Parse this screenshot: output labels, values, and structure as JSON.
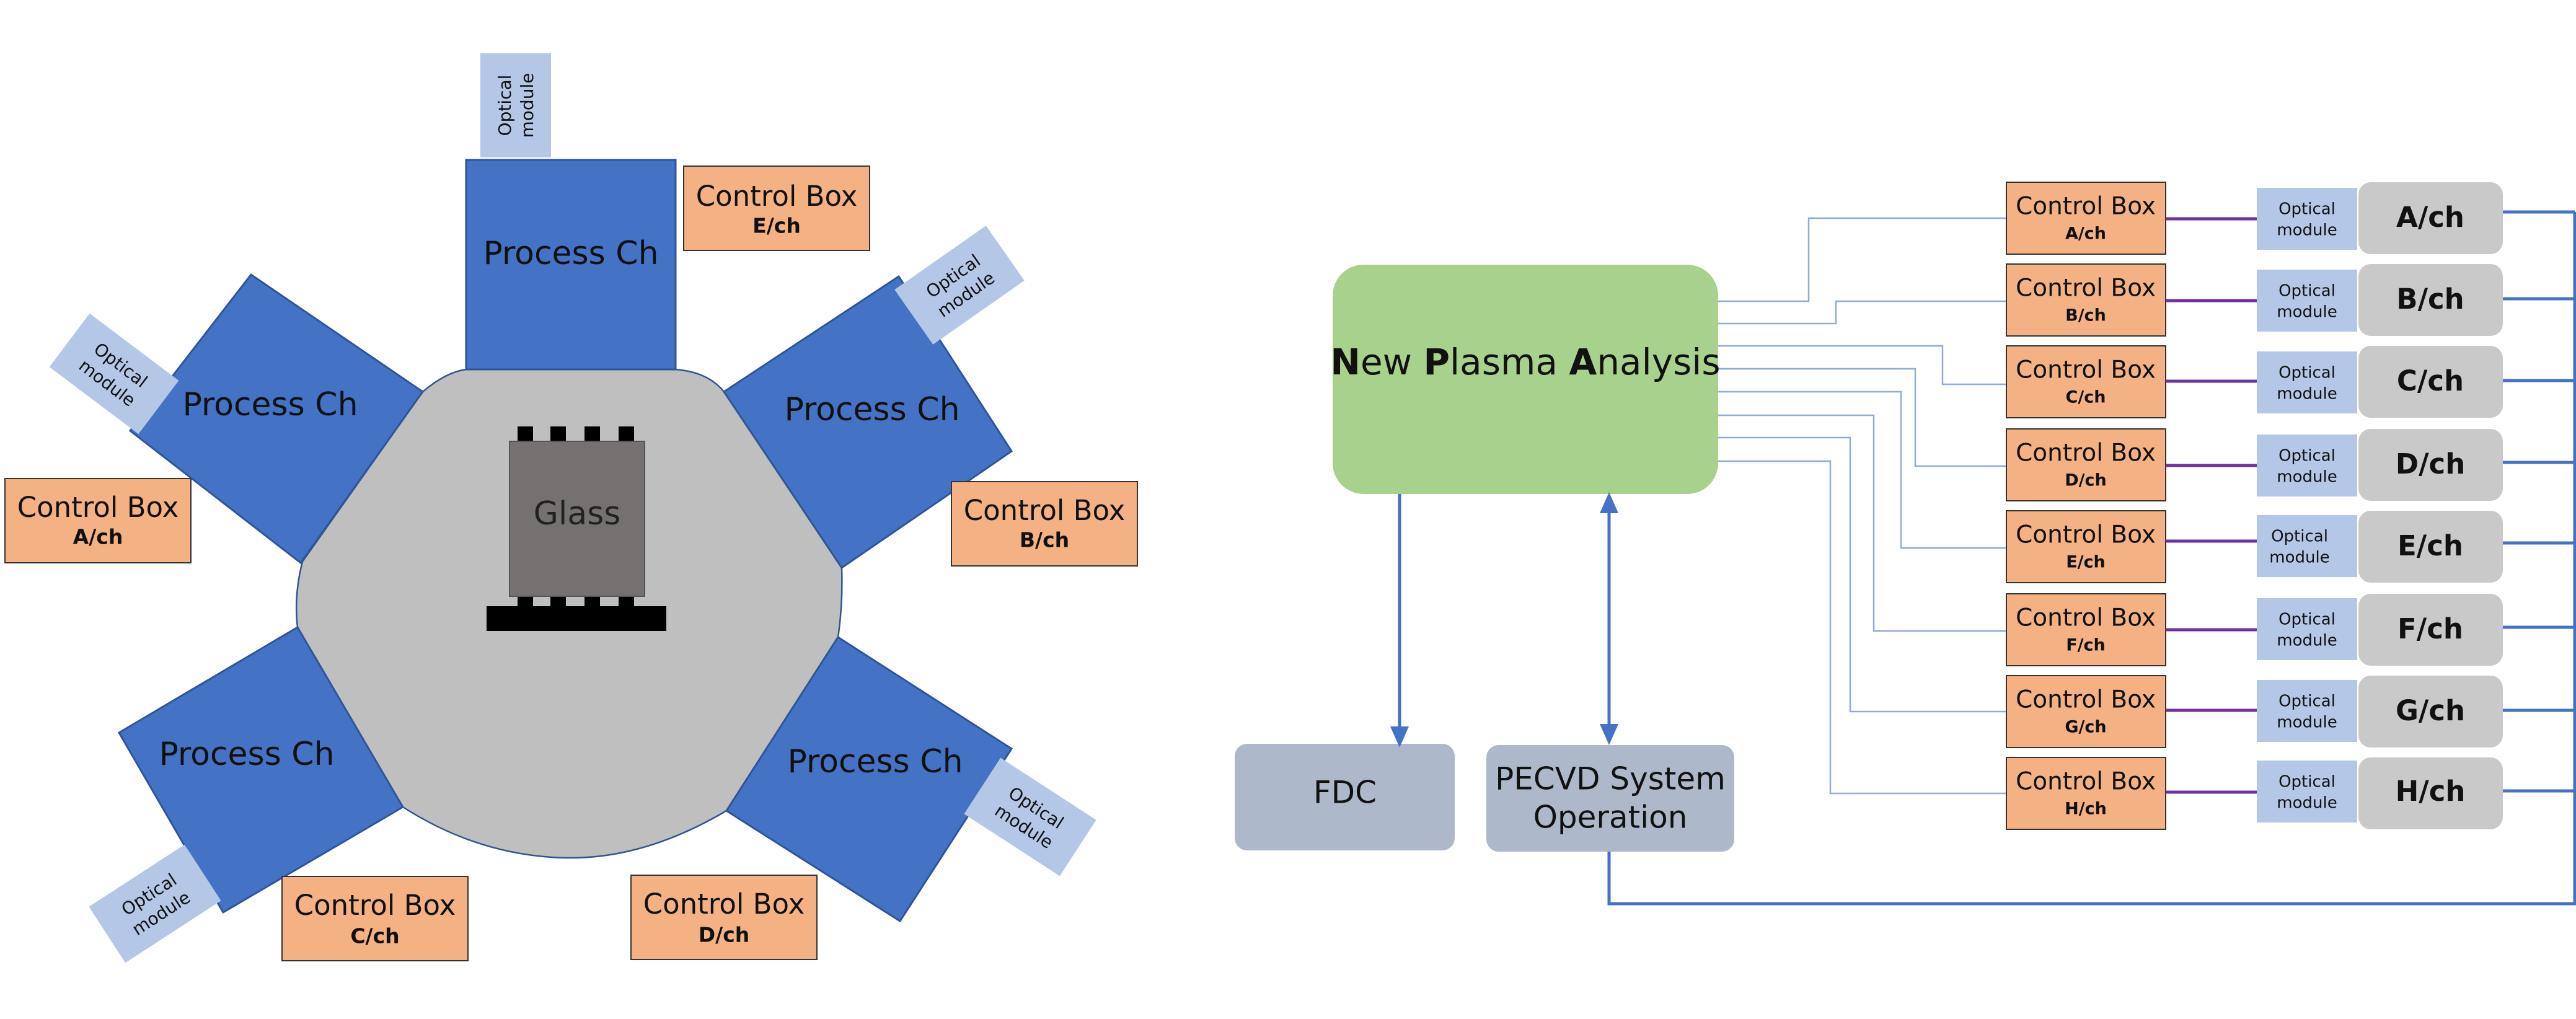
{
  "colors": {
    "chamber_blue": "#4472c4",
    "control_box_orange": "#f4b183",
    "optical_module_lightblue": "#b4c7e7",
    "transfer_gray": "#bfbfbf",
    "glass_gray": "#767171",
    "npa_green": "#a9d18e",
    "system_gray": "#adb9ca",
    "channel_gray": "#c9c9c9",
    "purple_link": "#7030a0",
    "arrow_blue": "#4472c4"
  },
  "left_cluster": {
    "glass_label": "Glass",
    "chambers": [
      {
        "id": "top",
        "label": "Process Ch"
      },
      {
        "id": "upper-left",
        "label": "Process Ch"
      },
      {
        "id": "upper-right",
        "label": "Process Ch"
      },
      {
        "id": "lower-left",
        "label": "Process Ch"
      },
      {
        "id": "lower-right",
        "label": "Process Ch"
      }
    ],
    "optical_modules": [
      {
        "id": "top",
        "line1": "Optical",
        "line2": "module"
      },
      {
        "id": "upper-left",
        "line1": "Optical",
        "line2": "module"
      },
      {
        "id": "upper-right",
        "line1": "Optical",
        "line2": "module"
      },
      {
        "id": "lower-left",
        "line1": "Optical",
        "line2": "module"
      },
      {
        "id": "lower-right",
        "line1": "Optical",
        "line2": "module"
      }
    ],
    "control_boxes": [
      {
        "id": "e",
        "title": "Control Box",
        "sub": "E/ch"
      },
      {
        "id": "a",
        "title": "Control Box",
        "sub": "A/ch"
      },
      {
        "id": "b",
        "title": "Control Box",
        "sub": "B/ch"
      },
      {
        "id": "c",
        "title": "Control Box",
        "sub": "C/ch"
      },
      {
        "id": "d",
        "title": "Control Box",
        "sub": "D/ch"
      }
    ]
  },
  "right_system": {
    "npa": {
      "n": "N",
      "ew": "ew ",
      "p": "P",
      "lasma": "lasma ",
      "a": "A",
      "nalysis": "nalysis"
    },
    "fdc": "FDC",
    "pecvd_line1": "PECVD System",
    "pecvd_line2": "Operation",
    "rows": [
      {
        "cb_title": "Control Box",
        "cb_sub": "A/ch",
        "opt1": "Optical",
        "opt2": "module",
        "ch": "A/ch"
      },
      {
        "cb_title": "Control Box",
        "cb_sub": "B/ch",
        "opt1": "Optical",
        "opt2": "module",
        "ch": "B/ch"
      },
      {
        "cb_title": "Control Box",
        "cb_sub": "C/ch",
        "opt1": "Optical",
        "opt2": "module",
        "ch": "C/ch"
      },
      {
        "cb_title": "Control Box",
        "cb_sub": "D/ch",
        "opt1": "Optical",
        "opt2": "module",
        "ch": "D/ch"
      },
      {
        "cb_title": "Control Box",
        "cb_sub": "E/ch",
        "opt1": "Optical",
        "opt2": "module",
        "ch": "E/ch"
      },
      {
        "cb_title": "Control Box",
        "cb_sub": "F/ch",
        "opt1": "Optical",
        "opt2": "module",
        "ch": "F/ch"
      },
      {
        "cb_title": "Control Box",
        "cb_sub": "G/ch",
        "opt1": "Optical",
        "opt2": "module",
        "ch": "G/ch"
      },
      {
        "cb_title": "Control Box",
        "cb_sub": "H/ch",
        "opt1": "Optical",
        "opt2": "module",
        "ch": "H/ch"
      }
    ]
  }
}
